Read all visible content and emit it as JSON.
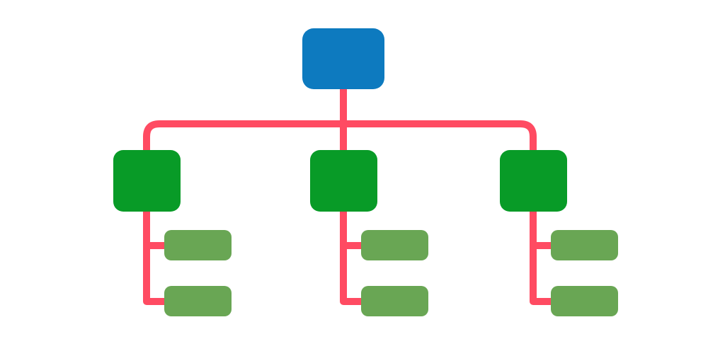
{
  "colors": {
    "background": "#ffffff",
    "connector": "#ff4b62",
    "root": "#0d7abf",
    "branch": "#089b27",
    "leaf": "#69a654"
  },
  "nodes": {
    "root": {
      "level": "root"
    },
    "branches": [
      {
        "level": "branch",
        "leaves": 2
      },
      {
        "level": "branch",
        "leaves": 2
      },
      {
        "level": "branch",
        "leaves": 2
      }
    ]
  }
}
